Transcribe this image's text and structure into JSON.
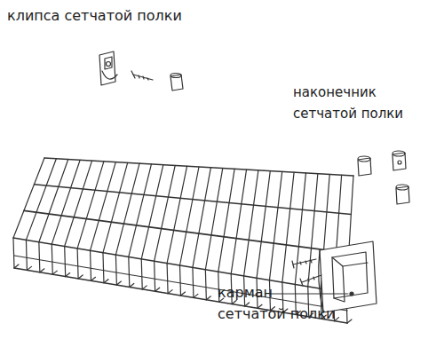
{
  "diagram": {
    "labels": [
      "клипса сетчатой полки",
      "наконечник сетчатой полки",
      "карман сетчатой полки"
    ]
  }
}
